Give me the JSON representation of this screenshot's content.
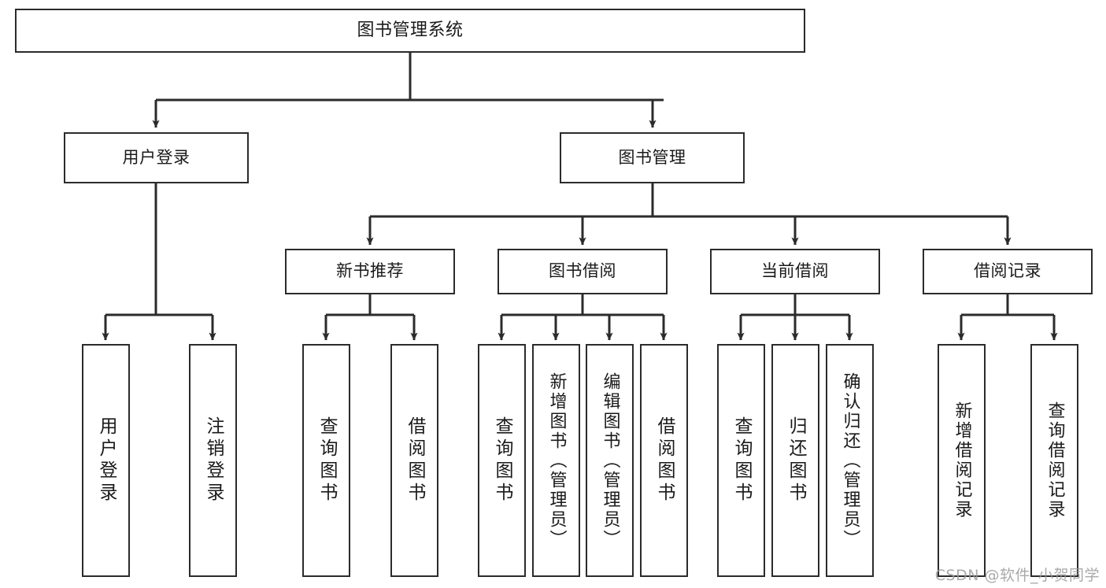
{
  "diagram": {
    "type": "tree-hierarchy-chart",
    "title": "图书管理系统",
    "watermark": "CSDN @软件_小贺同学",
    "colors": {
      "stroke": "#2b2b2b",
      "fill": "#ffffff",
      "text": "#1a1a1a",
      "watermark": "#9b9b9b"
    },
    "nodes": {
      "root": {
        "label": "图书管理系统",
        "level": 1
      },
      "level2": [
        {
          "label": "用户登录",
          "level": 2
        },
        {
          "label": "图书管理",
          "level": 2
        }
      ],
      "level3": [
        {
          "label": "新书推荐",
          "level": 3
        },
        {
          "label": "图书借阅",
          "level": 3
        },
        {
          "label": "当前借阅",
          "level": 3
        },
        {
          "label": "借阅记录",
          "level": 3
        }
      ],
      "leaves": [
        {
          "label": "用户登录",
          "parent": "用户登录",
          "level": 4
        },
        {
          "label": "注销登录",
          "parent": "用户登录",
          "level": 4
        },
        {
          "label": "查询图书",
          "parent": "新书推荐",
          "level": 4
        },
        {
          "label": "借阅图书",
          "parent": "新书推荐",
          "level": 4
        },
        {
          "label": "查询图书",
          "parent": "图书借阅",
          "level": 4
        },
        {
          "label": "新增图书（管理员）",
          "parent": "图书借阅",
          "level": 4
        },
        {
          "label": "编辑图书（管理员）",
          "parent": "图书借阅",
          "level": 4
        },
        {
          "label": "借阅图书",
          "parent": "图书借阅",
          "level": 4
        },
        {
          "label": "查询图书",
          "parent": "当前借阅",
          "level": 4
        },
        {
          "label": "归还图书",
          "parent": "当前借阅",
          "level": 4
        },
        {
          "label": "确认归还（管理员）",
          "parent": "当前借阅",
          "level": 4
        },
        {
          "label": "新增借阅记录",
          "parent": "借阅记录",
          "level": 4
        },
        {
          "label": "查询借阅记录",
          "parent": "借阅记录",
          "level": 4
        }
      ]
    },
    "edges": [
      {
        "from": "图书管理系统",
        "to": "用户登录"
      },
      {
        "from": "图书管理系统",
        "to": "图书管理"
      },
      {
        "from": "图书管理",
        "to": "新书推荐"
      },
      {
        "from": "图书管理",
        "to": "图书借阅"
      },
      {
        "from": "图书管理",
        "to": "当前借阅"
      },
      {
        "from": "图书管理",
        "to": "借阅记录"
      },
      {
        "from": "用户登录",
        "to": "用户登录(叶)"
      },
      {
        "from": "用户登录",
        "to": "注销登录"
      },
      {
        "from": "新书推荐",
        "to": "查询图书"
      },
      {
        "from": "新书推荐",
        "to": "借阅图书"
      },
      {
        "from": "图书借阅",
        "to": "查询图书"
      },
      {
        "from": "图书借阅",
        "to": "新增图书（管理员）"
      },
      {
        "from": "图书借阅",
        "to": "编辑图书（管理员）"
      },
      {
        "from": "图书借阅",
        "to": "借阅图书"
      },
      {
        "from": "当前借阅",
        "to": "查询图书"
      },
      {
        "from": "当前借阅",
        "to": "归还图书"
      },
      {
        "from": "当前借阅",
        "to": "确认归还（管理员）"
      },
      {
        "from": "借阅记录",
        "to": "新增借阅记录"
      },
      {
        "from": "借阅记录",
        "to": "查询借阅记录"
      }
    ]
  }
}
